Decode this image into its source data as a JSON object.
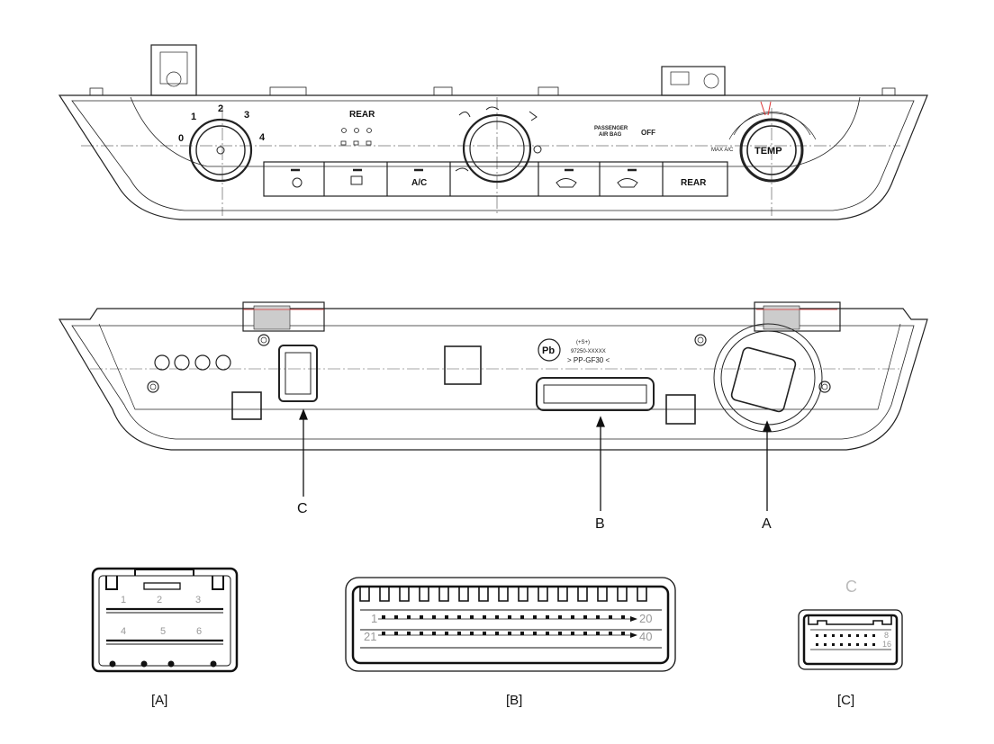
{
  "front_panel": {
    "fan_ticks": [
      "0",
      "1",
      "2",
      "3",
      "4"
    ],
    "rear_label": "REAR",
    "buttons": [
      "A/C",
      "REAR"
    ],
    "temp_label": "TEMP",
    "passenger_text_1": "PASSENGER",
    "passenger_text_2": "AIR BAG",
    "passenger_off": "OFF",
    "max_ac": "MAX A/C"
  },
  "rear_panel": {
    "pb_mark": "Pb",
    "part_line_1": "(+S+)",
    "part_line_2": "97250-XXXXX",
    "part_line_3": "> PP-GF30 <"
  },
  "callouts": {
    "a": "A",
    "b": "B",
    "c": "C"
  },
  "connectors": {
    "a": {
      "caption": "[A]",
      "pins": [
        "1",
        "2",
        "3",
        "4",
        "5",
        "6"
      ]
    },
    "b": {
      "caption": "[B]",
      "pins": [
        "1",
        "20",
        "21",
        "40"
      ]
    },
    "c": {
      "caption": "[C]",
      "header": "C",
      "pins": [
        "8",
        "16"
      ]
    }
  }
}
